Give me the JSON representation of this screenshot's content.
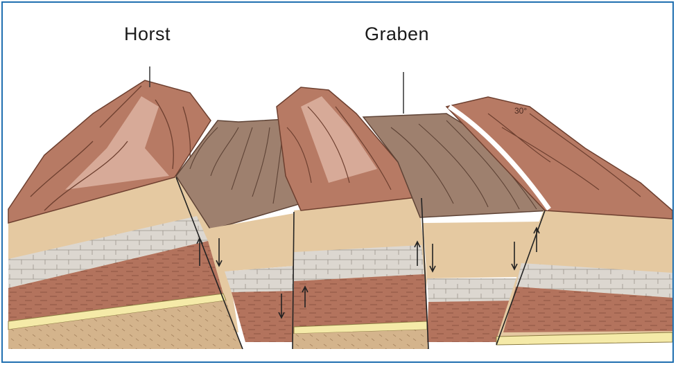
{
  "labels": {
    "horst": "Horst",
    "graben": "Graben",
    "dip": "30°"
  },
  "colors": {
    "frame_border": "#1f6fb0",
    "surface_top": "#b77a64",
    "surface_light": "#d7aa98",
    "layer_tan": "#e5c9a1",
    "layer_limestone": "#dcd7d0",
    "layer_brown": "#b3735d",
    "layer_yellow": "#f5eaa8",
    "layer_sand": "#d4b48c",
    "graben_valley": "#9e806e"
  },
  "icons": [
    "down-arrow",
    "up-arrow"
  ]
}
